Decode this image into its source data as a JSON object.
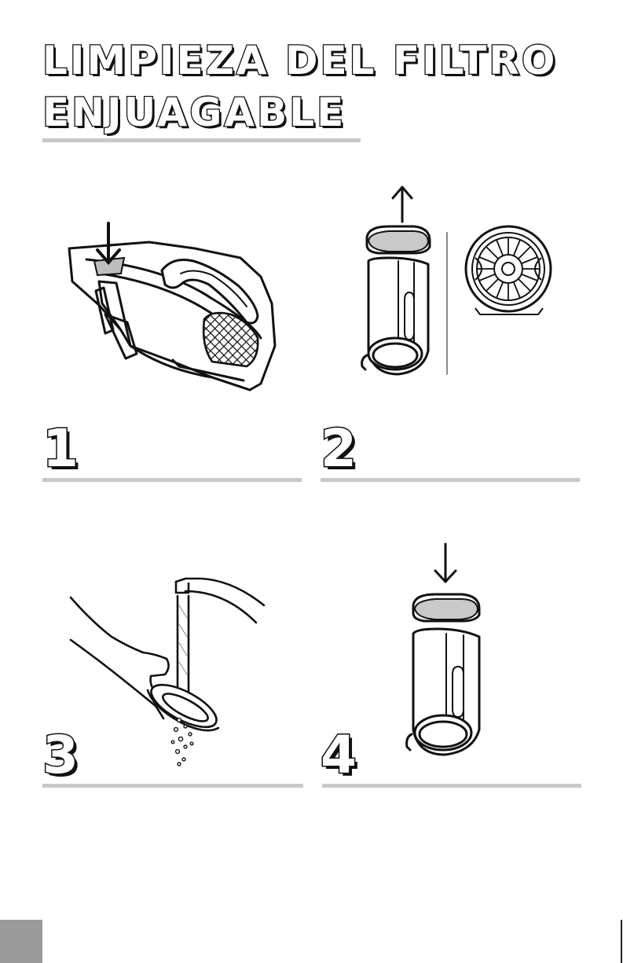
{
  "title": {
    "line1": "LIMPIEZA DEL FILTRO",
    "line2": "ENJUAGABLE"
  },
  "steps": [
    {
      "number": "1",
      "illustration": "press-release-button-icon"
    },
    {
      "number": "2",
      "illustration": "remove-filter-icon"
    },
    {
      "number": "3",
      "illustration": "rinse-filter-icon"
    },
    {
      "number": "4",
      "illustration": "reinsert-filter-icon"
    }
  ]
}
